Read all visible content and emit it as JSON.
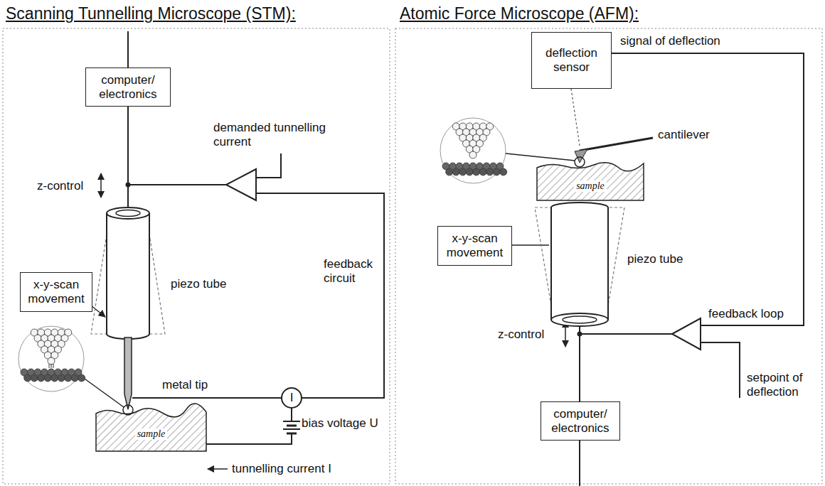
{
  "diagram": {
    "nodes": [
      {
        "text": [
          "computer/ electronics"
        ]
      },
      {
        "text": [
          "x-y-scan movement"
        ]
      },
      {
        "text": [
          "sample"
        ]
      },
      {
        "text": [
          "deflection sensor"
        ]
      },
      {
        "text": [
          "sample"
        ]
      },
      {
        "text": [
          "x-y-scan movement"
        ]
      },
      {
        "text": [
          "computer/ electronics"
        ]
      }
    ],
    "labels": [
      "Scanning Tunnelling Microscope (STM):",
      "Atomic Force Microscope (AFM):",
      "demanded tunnelling current",
      "z-control",
      "feedback circuit",
      "piezo tube",
      "metal tip",
      "I",
      "bias voltage U",
      "tunnelling current I",
      "signal of deflection",
      "cantilever",
      "piezo tube",
      "z-control",
      "feedback loop",
      "setpoint of deflection"
    ]
  }
}
